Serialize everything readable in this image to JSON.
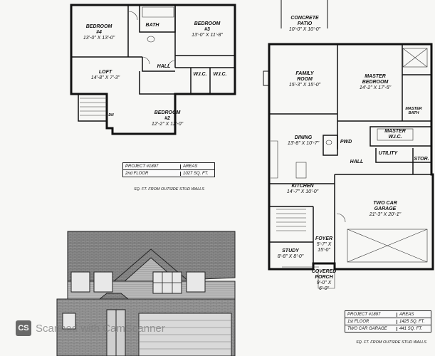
{
  "second_floor": {
    "rooms": [
      {
        "name": "BEDROOM\n#4",
        "dim": "13'-0\" X 13'-0\""
      },
      {
        "name": "BATH",
        "dim": ""
      },
      {
        "name": "BEDROOM\n#3",
        "dim": "13'-0\" X 11'-8\""
      },
      {
        "name": "LOFT",
        "dim": "14'-8\" X 7'-3\""
      },
      {
        "name": "HALL",
        "dim": ""
      },
      {
        "name": "W.I.C.",
        "dim": ""
      },
      {
        "name": "W.I.C.",
        "dim": ""
      },
      {
        "name": "BEDROOM\n#2",
        "dim": "12'-2\" X 12'-0\""
      },
      {
        "name": "DN",
        "dim": ""
      }
    ],
    "table": {
      "project_label": "PROJECT #1897",
      "area_header": "AREAS",
      "floor_label": "2nd FLOOR",
      "floor_area": "1027 SQ. FT."
    },
    "note": "SQ. FT. FROM OUTSIDE STUD WALLS"
  },
  "first_floor": {
    "rooms": [
      {
        "name": "CONCRETE\nPATIO",
        "dim": "10'-0\" X 10'-0\""
      },
      {
        "name": "FAMILY\nROOM",
        "dim": "15'-3\" X 15'-0\""
      },
      {
        "name": "MASTER\nBEDROOM",
        "dim": "14'-2\" X 17'-5\""
      },
      {
        "name": "MASTER\nBATH",
        "dim": ""
      },
      {
        "name": "DINING",
        "dim": "13'-8\" X 10'-7\""
      },
      {
        "name": "MASTER\nW.I.C.",
        "dim": ""
      },
      {
        "name": "PWD",
        "dim": ""
      },
      {
        "name": "UTILITY",
        "dim": ""
      },
      {
        "name": "STOR.",
        "dim": ""
      },
      {
        "name": "HALL",
        "dim": ""
      },
      {
        "name": "KITCHEN",
        "dim": "14'-7\" X 10'-0\""
      },
      {
        "name": "TWO CAR\nGARAGE",
        "dim": "21'-3\" X 20'-1\""
      },
      {
        "name": "FOYER",
        "dim": "5'-7\" X\n15'-0\""
      },
      {
        "name": "STUDY",
        "dim": "8'-8\" X 8'-0\""
      },
      {
        "name": "COVERED\nPORCH",
        "dim": "9'-0\" X\n6'-0\""
      }
    ],
    "table": {
      "project_label": "PROJECT #1897",
      "area_header": "AREAS",
      "floor_label": "1st FLOOR",
      "floor_area": "1425 SQ. FT.",
      "garage_label": "TWO CAR GARAGE",
      "garage_area": "441 SQ. FT."
    },
    "note": "SQ. FT. FROM OUTSIDE STUD WALLS"
  },
  "watermark": {
    "logo": "CS",
    "text": "Scanned with CamScanner"
  }
}
